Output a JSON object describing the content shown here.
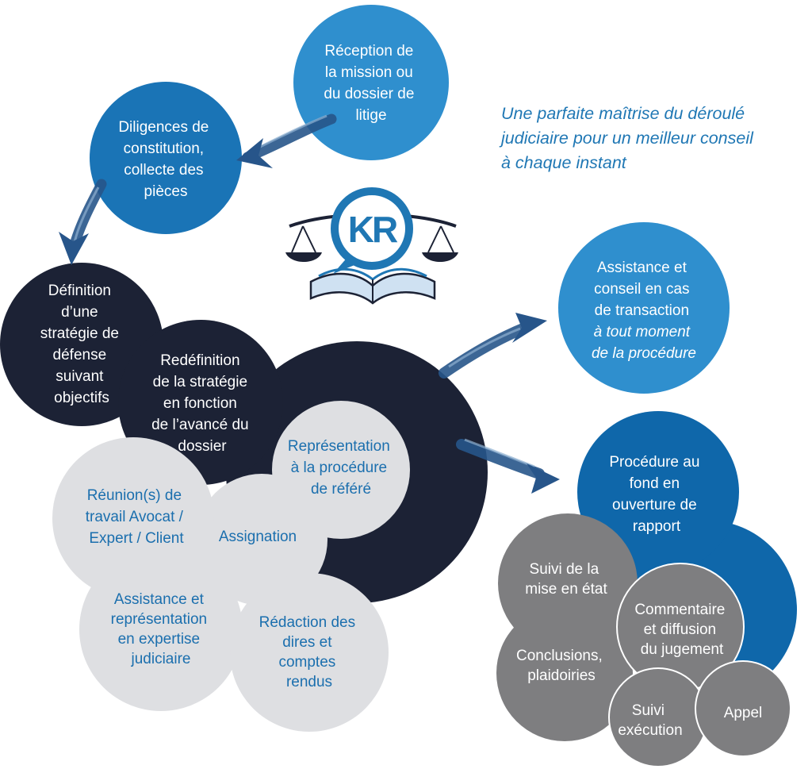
{
  "tagline": {
    "line1": "Une parfaite maîtrise du déroulé",
    "line2": "judiciaire pour un meilleur conseil",
    "line3": "à chaque instant"
  },
  "logo": {
    "monogram": "KR"
  },
  "nodes": {
    "reception": {
      "lines": [
        "Réception de",
        "la mission ou",
        "du dossier de",
        "litige"
      ]
    },
    "diligences": {
      "lines": [
        "Diligences de",
        "constitution,",
        "collecte des",
        "pièces"
      ]
    },
    "definition": {
      "lines": [
        "Définition",
        "d’une",
        "stratégie de",
        "défense",
        "suivant",
        "objectifs"
      ]
    },
    "redefinition": {
      "lines": [
        "Redéfinition",
        "de la stratégie",
        "en fonction",
        "de l’avancé du",
        "dossier"
      ]
    },
    "representation_refere": {
      "lines": [
        "Représentation",
        "à la procédure",
        "de référé"
      ]
    },
    "reunions": {
      "lines": [
        "Réunion(s) de",
        "travail Avocat /",
        "Expert / Client"
      ]
    },
    "assignation": {
      "lines": [
        "Assignation"
      ]
    },
    "assistance_expertise": {
      "lines": [
        "Assistance et",
        "représentation",
        "en expertise",
        "judiciaire"
      ]
    },
    "redaction": {
      "lines": [
        "Rédaction des",
        "dires et",
        "comptes",
        "rendus"
      ]
    },
    "assistance_transaction": {
      "lines": [
        "Assistance et",
        "conseil en cas",
        "de transaction"
      ],
      "italic_lines": [
        "à tout moment",
        "de la procédure"
      ]
    },
    "procedure_fond": {
      "lines": [
        "Procédure au",
        "fond en",
        "ouverture de",
        "rapport"
      ]
    },
    "suivi_mise_en_etat": {
      "lines": [
        "Suivi de la",
        "mise en état"
      ]
    },
    "commentaire": {
      "lines": [
        "Commentaire",
        "et diffusion",
        "du jugement"
      ]
    },
    "conclusions": {
      "lines": [
        "Conclusions,",
        "plaidoiries"
      ]
    },
    "suivi_execution": {
      "lines": [
        "Suivi",
        "exécution"
      ]
    },
    "appel": {
      "lines": [
        "Appel"
      ]
    }
  },
  "colors": {
    "blue_medium": "#2f8fce",
    "blue_bright": "#1a74b6",
    "blue_dark": "#0f67aa",
    "navy": "#1c2235",
    "gray_light": "#dedfe2",
    "gray_dark": "#7e7e80",
    "text_blue": "#1b6fae",
    "arrow": "#27558a"
  }
}
